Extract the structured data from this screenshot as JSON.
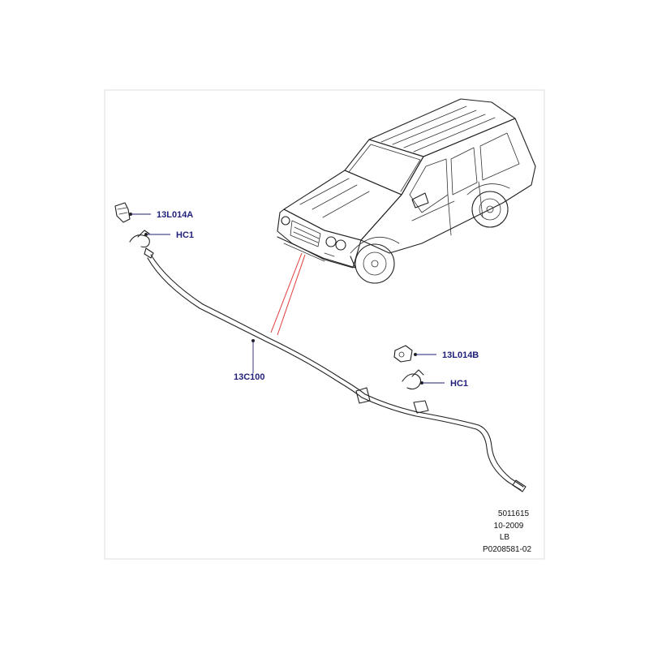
{
  "callouts": {
    "jet_left": "13L014A",
    "clip_left": "HC1",
    "hose": "13C100",
    "jet_right": "13L014B",
    "clip_right": "HC1"
  },
  "meta": {
    "code": "5011615",
    "date": "10-2009",
    "region": "LB",
    "reference": "P0208581-02"
  },
  "colors": {
    "callout_text": "#1f1f7a",
    "locator_lines": "#e23b3b",
    "frame_border": "#d9d9d9"
  }
}
